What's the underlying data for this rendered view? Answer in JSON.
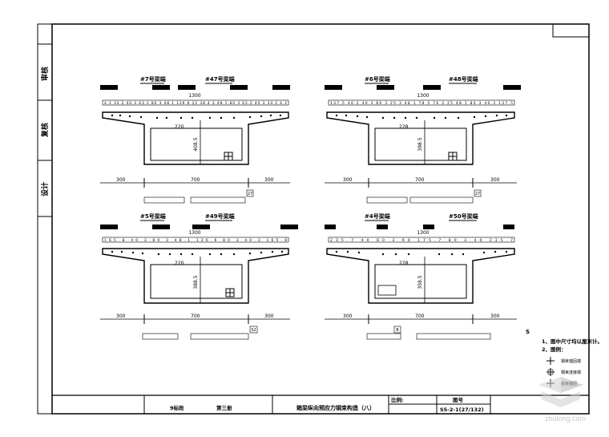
{
  "side_labels": [
    "审核",
    "复核",
    "设计"
  ],
  "sections": [
    {
      "title_left": "#7号梁端",
      "title_right": "#47号梁端",
      "top_width": "1300",
      "dims": [
        "300",
        "700",
        "300"
      ],
      "web_height": "408.5",
      "inner_width": "220",
      "tag": "27"
    },
    {
      "title_left": "#6号梁端",
      "title_right": "#48号梁端",
      "top_width": "1300",
      "dims": [
        "300",
        "700",
        "300"
      ],
      "web_height": "398.5",
      "inner_width": "228",
      "tag": "27"
    },
    {
      "title_left": "#5号梁端",
      "title_right": "#49号梁端",
      "top_width": "1300",
      "dims": [
        "300",
        "700",
        "300"
      ],
      "web_height": "388.5",
      "inner_width": "220",
      "tag": "S2"
    },
    {
      "title_left": "#4号梁端",
      "title_right": "#50号梁端",
      "top_width": "1300",
      "dims": [
        "300",
        "700",
        "300"
      ],
      "web_height": "358.5",
      "inner_width": "228",
      "tag": "B"
    }
  ],
  "notes": {
    "mark": "S",
    "lines": [
      "1、图中尺寸均以厘米计。",
      "2、图例："
    ],
    "legend": [
      "钢束锚固端",
      "钢束连接端",
      "齿板锚固"
    ]
  },
  "title_block": {
    "section": "9标段",
    "volume": "第三册",
    "drawing_title": "箱梁纵向预应力钢束构造（八）",
    "scale_label": "比例:",
    "drawing_no_label": "图号",
    "drawing_no": "S5-2-1(27/132)"
  },
  "watermark": "zhulong.com"
}
